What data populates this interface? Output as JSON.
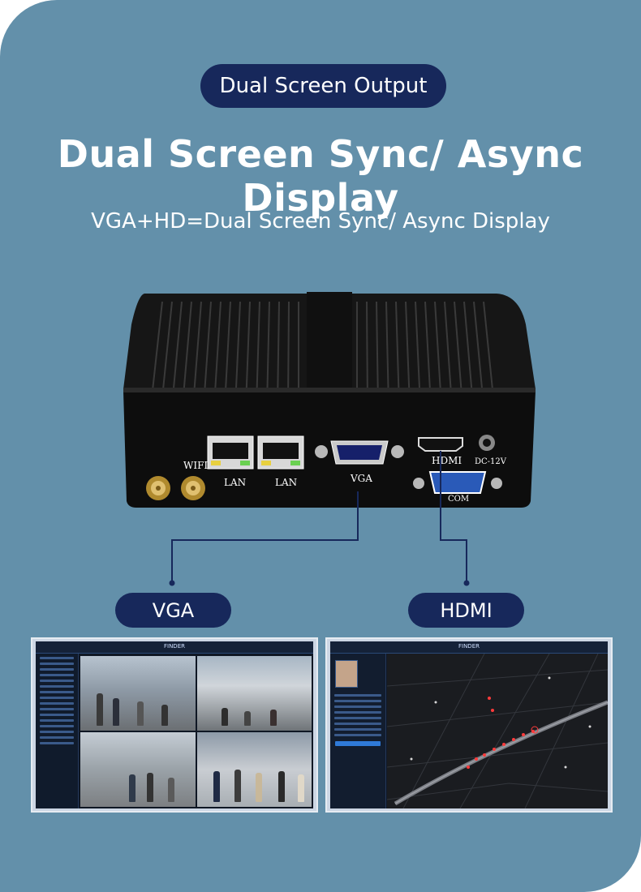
{
  "badge_top": "Dual Screen Output",
  "headline": "Dual Screen Sync/ Async Display",
  "subline": "VGA+HD=Dual Screen Sync/ Async Display",
  "device": {
    "port_labels": {
      "wifi": "WIFI",
      "lan1": "LAN",
      "lan2": "LAN",
      "vga": "VGA",
      "hdmi": "HDMI",
      "dc": "DC-12V",
      "com": "COM"
    }
  },
  "badges": {
    "left": "VGA",
    "right": "HDMI"
  },
  "screens": {
    "left_app_title": "FINDER",
    "right_app_title": "FINDER"
  },
  "colors": {
    "background": "#6390aa",
    "badge": "#17285b",
    "connector_line": "#17285b",
    "route_marker": "#ff3b3b"
  }
}
